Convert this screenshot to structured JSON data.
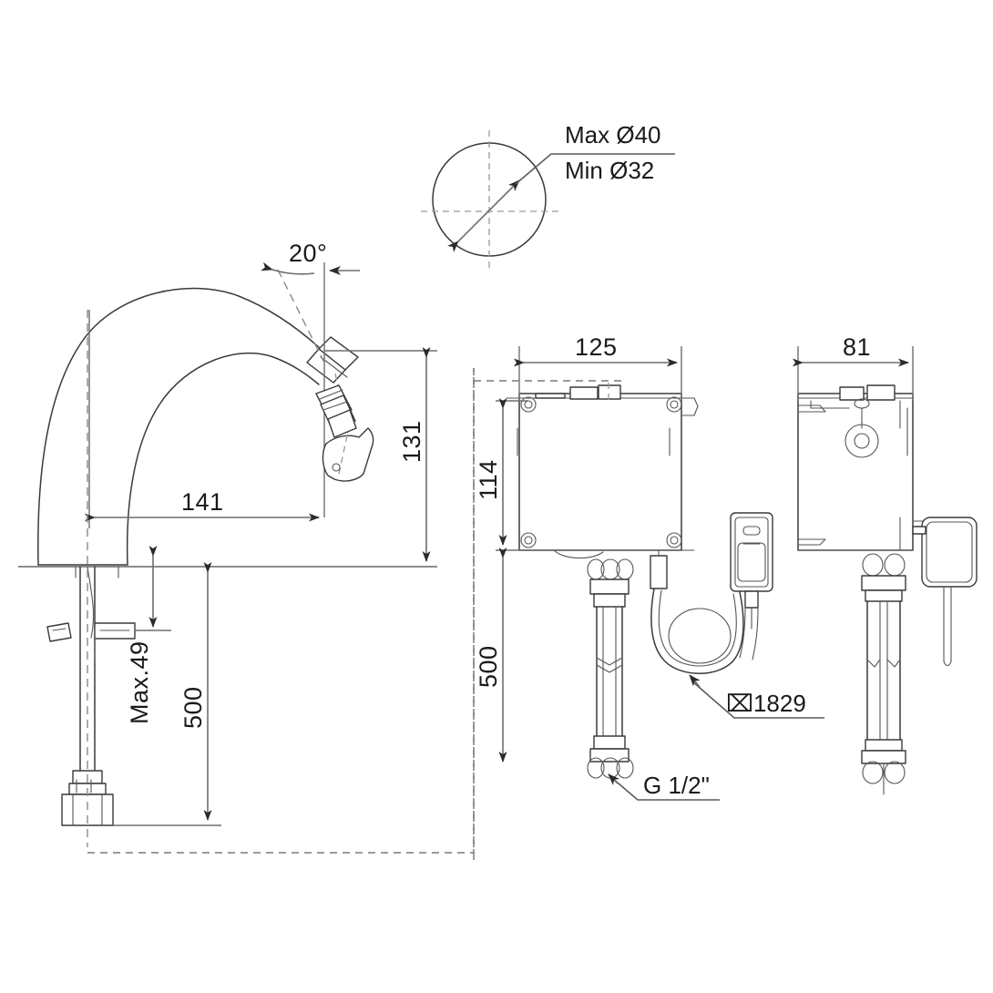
{
  "drawing": {
    "title": "Electronic sensor basin mixer — installation dimension drawing",
    "units": "mm",
    "line_color": "#3a3a3a",
    "dim_color": "#6e6e6e",
    "text_color": "#1a1a1a",
    "background": "#ffffff"
  },
  "hole_detail": {
    "name": "mounting-hole-detail",
    "labels": {
      "max": "Max Ø40",
      "min": "Min Ø32"
    }
  },
  "faucet_view": {
    "name": "faucet-side-elevation",
    "dimensions": {
      "angle": "20°",
      "reach": "141",
      "height": "131",
      "thickness_max": "Max.49",
      "hose_length": "500"
    }
  },
  "control_box_front": {
    "name": "control-box-front-view",
    "dimensions": {
      "width": "125",
      "height": "114",
      "hose_length": "500"
    },
    "notes": {
      "cable": "⌧1829",
      "thread": "G 1/2\""
    }
  },
  "control_box_side": {
    "name": "control-box-side-view",
    "dimensions": {
      "depth": "81"
    }
  },
  "dimension_list": [
    {
      "label": "Max Ø40",
      "view": "hole-detail"
    },
    {
      "label": "Min Ø32",
      "view": "hole-detail"
    },
    {
      "label": "20°",
      "view": "faucet"
    },
    {
      "label": "141",
      "view": "faucet"
    },
    {
      "label": "131",
      "view": "faucet"
    },
    {
      "label": "Max.49",
      "view": "faucet"
    },
    {
      "label": "500",
      "view": "faucet"
    },
    {
      "label": "125",
      "view": "control-box-front"
    },
    {
      "label": "114",
      "view": "control-box-front"
    },
    {
      "label": "500",
      "view": "control-box-front"
    },
    {
      "label": "⌧1829",
      "view": "control-box-front"
    },
    {
      "label": "G 1/2\"",
      "view": "control-box-front"
    },
    {
      "label": "81",
      "view": "control-box-side"
    }
  ]
}
